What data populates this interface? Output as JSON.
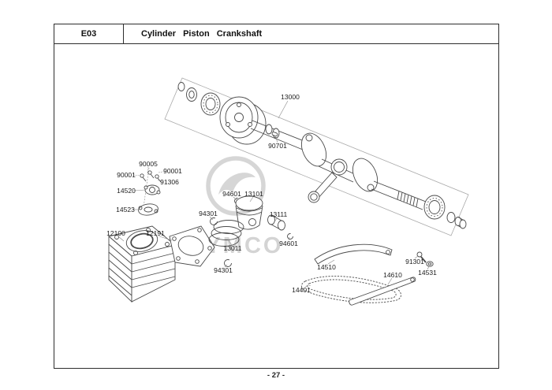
{
  "header": {
    "code": "E03",
    "title": "Cylinder Piston Crankshaft"
  },
  "watermark": {
    "brand": "KYMCO"
  },
  "footer": {
    "page_number": "- 27 -"
  },
  "parts": [
    {
      "id": "13000"
    },
    {
      "id": "90701"
    },
    {
      "id": "90005"
    },
    {
      "id": "90001"
    },
    {
      "id": "90001"
    },
    {
      "id": "91306"
    },
    {
      "id": "14520"
    },
    {
      "id": "14523"
    },
    {
      "id": "12100"
    },
    {
      "id": "12191"
    },
    {
      "id": "94601"
    },
    {
      "id": "13101"
    },
    {
      "id": "94301"
    },
    {
      "id": "13111"
    },
    {
      "id": "13011"
    },
    {
      "id": "94601"
    },
    {
      "id": "94301"
    },
    {
      "id": "14510"
    },
    {
      "id": "14610"
    },
    {
      "id": "14401"
    },
    {
      "id": "91301"
    },
    {
      "id": "14531"
    }
  ]
}
